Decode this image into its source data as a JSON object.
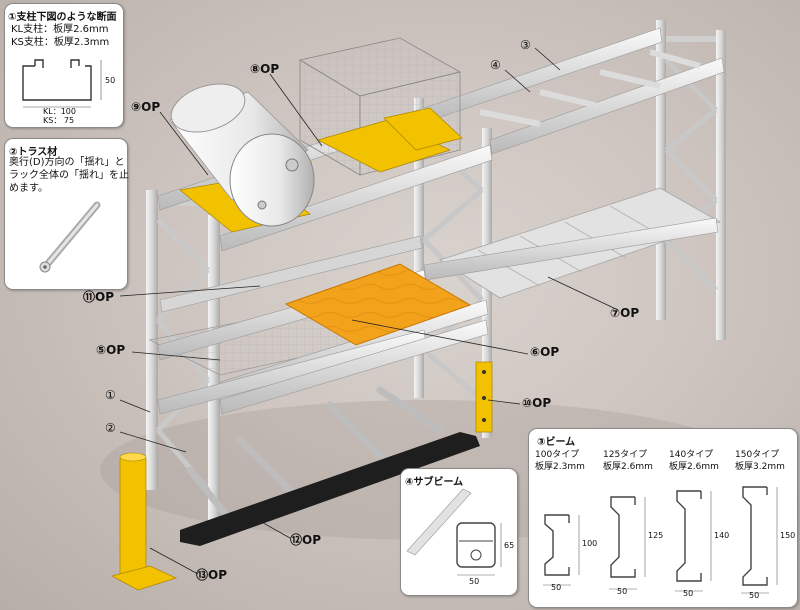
{
  "panel1": {
    "title": "①支柱下図のような断面",
    "lines": [
      "KL支柱：板厚2.6mm",
      "KS支柱：板厚2.3mm"
    ],
    "dim_height": "50",
    "dim_kl": "KL：100",
    "dim_ks": "KS：  75"
  },
  "panel2": {
    "title": "②トラス材",
    "lines": [
      "奥行(D)方向の「揺れ」と",
      "ラック全体の「揺れ」を止",
      "めます。"
    ]
  },
  "panel3": {
    "title": "③ビーム",
    "types": [
      {
        "name": "100タイプ",
        "thickness": "板厚2.3mm",
        "height": "100",
        "width": "50"
      },
      {
        "name": "125タイプ",
        "thickness": "板厚2.6mm",
        "height": "125",
        "width": "50"
      },
      {
        "name": "140タイプ",
        "thickness": "板厚2.6mm",
        "height": "140",
        "width": "50"
      },
      {
        "name": "150タイプ",
        "thickness": "板厚3.2mm",
        "height": "150",
        "width": "50"
      }
    ]
  },
  "panel4": {
    "title": "④サブビーム",
    "height": "65",
    "width": "50"
  },
  "callouts": {
    "c1": "①",
    "c2": "②",
    "c3": "③",
    "c4": "④",
    "c5": "⑤OP",
    "c6": "⑥OP",
    "c7": "⑦OP",
    "c8": "⑧OP",
    "c9": "⑨OP",
    "c10": "⑩OP",
    "c11": "⑪OP",
    "c12": "⑫OP",
    "c13": "⑬OP"
  }
}
